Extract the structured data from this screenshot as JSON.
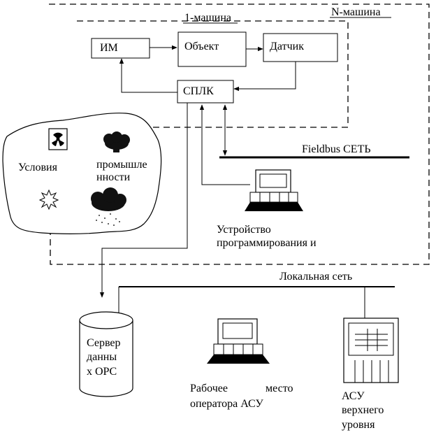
{
  "labels": {
    "n_machine": "N-машина",
    "one_machine": "1-машина",
    "im": "ИМ",
    "object": "Объект",
    "sensor": "Датчик",
    "splk": "СПЛК",
    "fieldbus": "Fieldbus СЕТЬ",
    "conditions": "Условия",
    "industry_line1": "промышле",
    "industry_line2": "нности",
    "programmer_line1": "Устройство",
    "programmer_line2": "программирования и",
    "local_net": "Локальная сеть",
    "server_line1": "Сервер",
    "server_line2": "данны",
    "server_line3": "х OPC",
    "operator_line1": "Рабочее",
    "operator_line2": "место",
    "operator_line3": "оператора АСУ",
    "asu_line1": "АСУ",
    "asu_line2": "верхнего",
    "asu_line3": "уровня"
  },
  "icons": {
    "radiation": "radiation-icon",
    "smoke_cloud": "smoke-cloud-icon",
    "explosion": "explosion-icon",
    "rain_cloud": "rain-cloud-icon",
    "computer": "computer-icon",
    "server": "server-cylinder-icon",
    "monitor_cabinet": "monitor-cabinet-icon"
  }
}
